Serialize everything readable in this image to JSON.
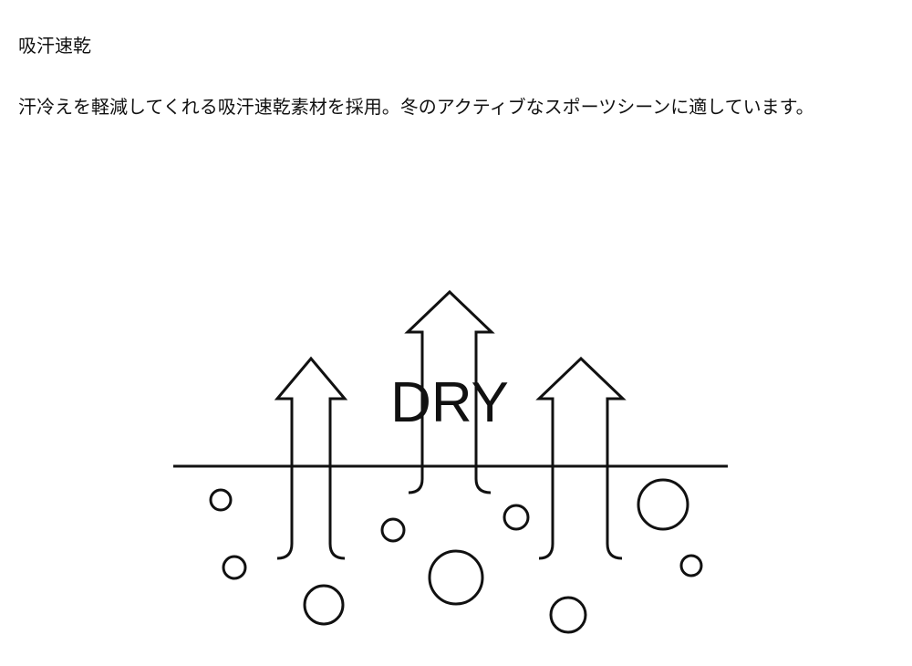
{
  "feature": {
    "title": "吸汗速乾",
    "description": "汗冷えを軽減してくれる吸汗速乾素材を採用。冬のアクティブなスポーツシーンに適しています。"
  },
  "illustration": {
    "label": "DRY",
    "icon": "moisture-wicking-diagram"
  }
}
